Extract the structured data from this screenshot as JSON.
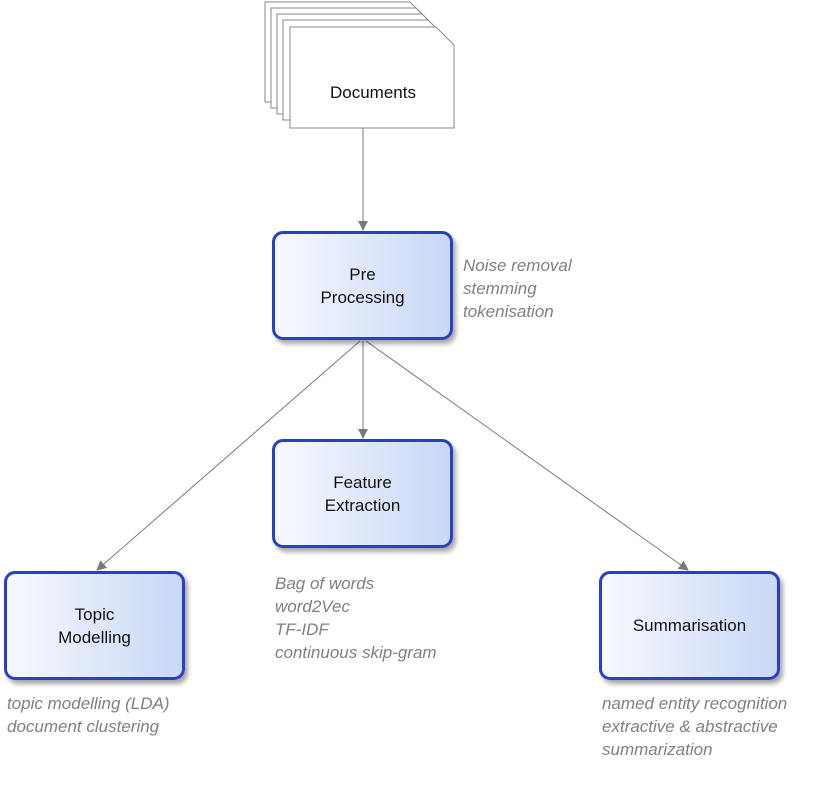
{
  "documents": {
    "label": "Documents"
  },
  "nodes": {
    "preprocessing": {
      "lines": [
        "Pre",
        "Processing"
      ]
    },
    "feature_extraction": {
      "lines": [
        "Feature",
        "Extraction"
      ]
    },
    "topic_modelling": {
      "lines": [
        "Topic",
        "Modelling"
      ]
    },
    "summarisation": {
      "lines": [
        "Summarisation"
      ]
    }
  },
  "notes": {
    "preprocessing": [
      "Noise removal",
      "stemming",
      "tokenisation"
    ],
    "feature_extraction": [
      "Bag of words",
      "word2Vec",
      "TF-IDF",
      "continuous skip-gram"
    ],
    "topic_modelling": [
      "topic modelling (LDA)",
      "document clustering"
    ],
    "summarisation": [
      "named entity recognition",
      "extractive & abstractive",
      "summarization"
    ]
  },
  "colors": {
    "node_border": "#2a3fc4",
    "node_fill_start": "#f7f9fe",
    "node_fill_end": "#c9d8f6",
    "note_text": "#808080",
    "arrow": "#777777"
  }
}
